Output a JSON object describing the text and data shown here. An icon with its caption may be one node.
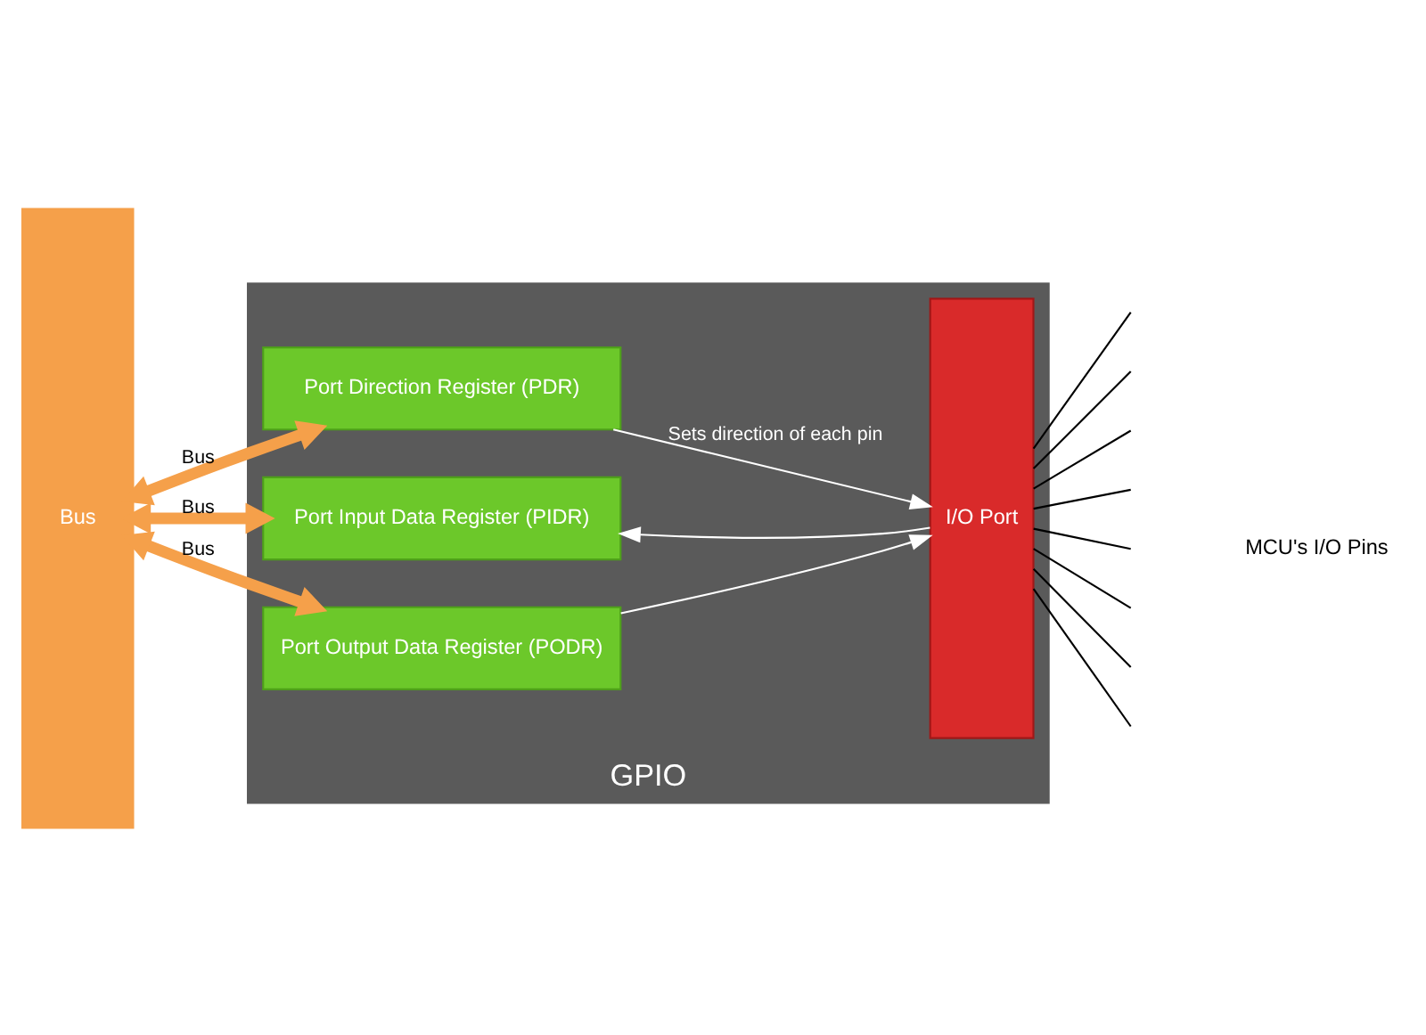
{
  "diagram": {
    "nodes": [
      {
        "text": [
          "GPIO"
        ]
      },
      {
        "text": [
          "Bus"
        ]
      },
      {
        "text": [
          "Port Direction Register (PDR)"
        ],
        "in": 0
      },
      {
        "text": [
          "Port Input Data Register (PIDR)"
        ],
        "in": 0
      },
      {
        "text": [
          "Port Output Data Register (PODR)"
        ],
        "in": 0
      },
      {
        "text": [
          "I/O Port"
        ],
        "in": 0
      }
    ],
    "edges": [
      {
        "from": 1,
        "to": 2,
        "arrow": "both",
        "label": "Bus",
        "style": "thick",
        "color": "#f5a04a"
      },
      {
        "from": 1,
        "to": 3,
        "arrow": "both",
        "label": "Bus",
        "style": "thick",
        "color": "#f5a04a"
      },
      {
        "from": 1,
        "to": 4,
        "arrow": "both",
        "label": "Bus",
        "style": "thick",
        "color": "#f5a04a"
      },
      {
        "from": 2,
        "to": 5,
        "arrow": "to",
        "label": "Sets direction of each pin",
        "color": "#ffffff"
      },
      {
        "from": 5,
        "to": 3,
        "arrow": "to",
        "color": "#ffffff"
      },
      {
        "from": 4,
        "to": 5,
        "arrow": "to",
        "color": "#ffffff"
      },
      {
        "from": 5,
        "to": null,
        "arrow": "none"
      },
      {
        "from": 5,
        "to": null,
        "arrow": "none"
      },
      {
        "from": 5,
        "to": null,
        "arrow": "none"
      },
      {
        "from": 5,
        "to": null,
        "arrow": "none"
      },
      {
        "from": 5,
        "to": null,
        "arrow": "none"
      },
      {
        "from": 5,
        "to": null,
        "arrow": "none"
      },
      {
        "from": 5,
        "to": null,
        "arrow": "none"
      },
      {
        "from": 5,
        "to": null,
        "arrow": "none"
      }
    ],
    "labels": [
      "MCU's I/O Pins"
    ]
  }
}
